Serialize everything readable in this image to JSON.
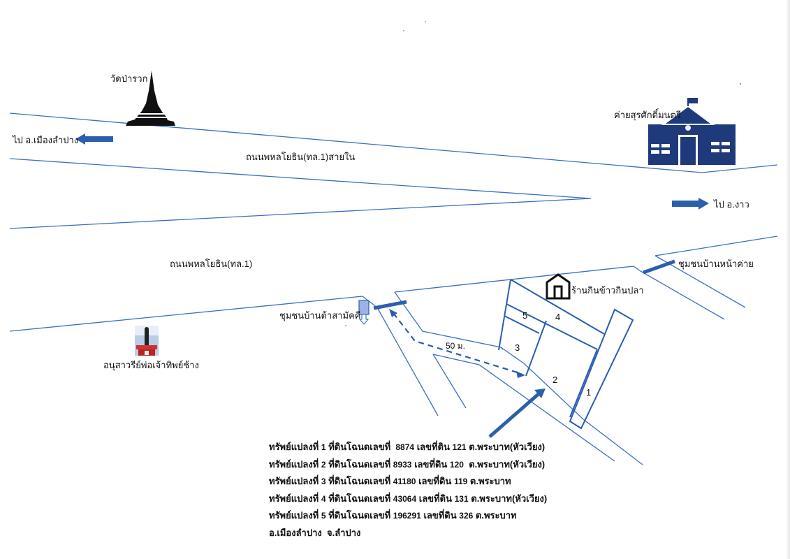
{
  "landmarks": {
    "temple": "วัดป่ารวก",
    "camp": "ค่ายสุรศักดิ์มนตรี",
    "restaurant": "ร้านกินข้าวกินปลา",
    "monument": "อนุสาวรีย์พ่อเจ้าทิพย์ช้าง",
    "community_west": "ชุมชนบ้านต้าสามัคคี",
    "community_east": "ชุมชนบ้านหน้าค่าย"
  },
  "directions": {
    "to_west": "ไป อ.เมืองลำปาง",
    "to_east": "ไป อ.งาว"
  },
  "roads": {
    "inner_road": "ถนนพหลโยธิน(ทล.1)สายใน",
    "main_road": "ถนนพหลโยธิน(ทล.1)"
  },
  "distance_label": "50 ม.",
  "plots": [
    {
      "no": "1"
    },
    {
      "no": "2"
    },
    {
      "no": "3"
    },
    {
      "no": "4"
    },
    {
      "no": "5"
    }
  ],
  "legend": {
    "rows": [
      {
        "prefix": "ทรัพย์แปลงที่",
        "plot": "1",
        "deed_label": "ที่ดินโฉนดเลขที่",
        "deed": "8874",
        "land_label": "เลขที่ดิน",
        "land": "121",
        "location": "ต.พระบาท(หัวเวียง)"
      },
      {
        "prefix": "ทรัพย์แปลงที่",
        "plot": "2",
        "deed_label": "ที่ดินโฉนดเลขที่",
        "deed": "8933",
        "land_label": "เลขที่ดิน",
        "land": "120",
        "location": "ต.พระบาท(หัวเวียง)"
      },
      {
        "prefix": "ทรัพย์แปลงที่",
        "plot": "3",
        "deed_label": "ที่ดินโฉนดเลขที่",
        "deed": "41180",
        "land_label": "เลขที่ดิน",
        "land": "119",
        "location": "ต.พระบาท"
      },
      {
        "prefix": "ทรัพย์แปลงที่",
        "plot": "4",
        "deed_label": "ที่ดินโฉนดเลขที่",
        "deed": "43064",
        "land_label": "เลขที่ดิน",
        "land": "131",
        "location": "ต.พระบาท(หัวเวียง)"
      },
      {
        "prefix": "ทรัพย์แปลงที่",
        "plot": "5",
        "deed_label": "ที่ดินโฉนดเลขที่",
        "deed": "196291",
        "land_label": "เลขที่ดิน",
        "land": "326",
        "location": "ต.พระบาท"
      }
    ],
    "footer": "อ.เมืองลำปาง  จ.ลำปาง"
  },
  "colors": {
    "road_line": "#3a6fc4",
    "plot_line": "#2a5db0",
    "arrow_fill": "#2b5fad",
    "icon_navy": "#1f3a7a"
  }
}
